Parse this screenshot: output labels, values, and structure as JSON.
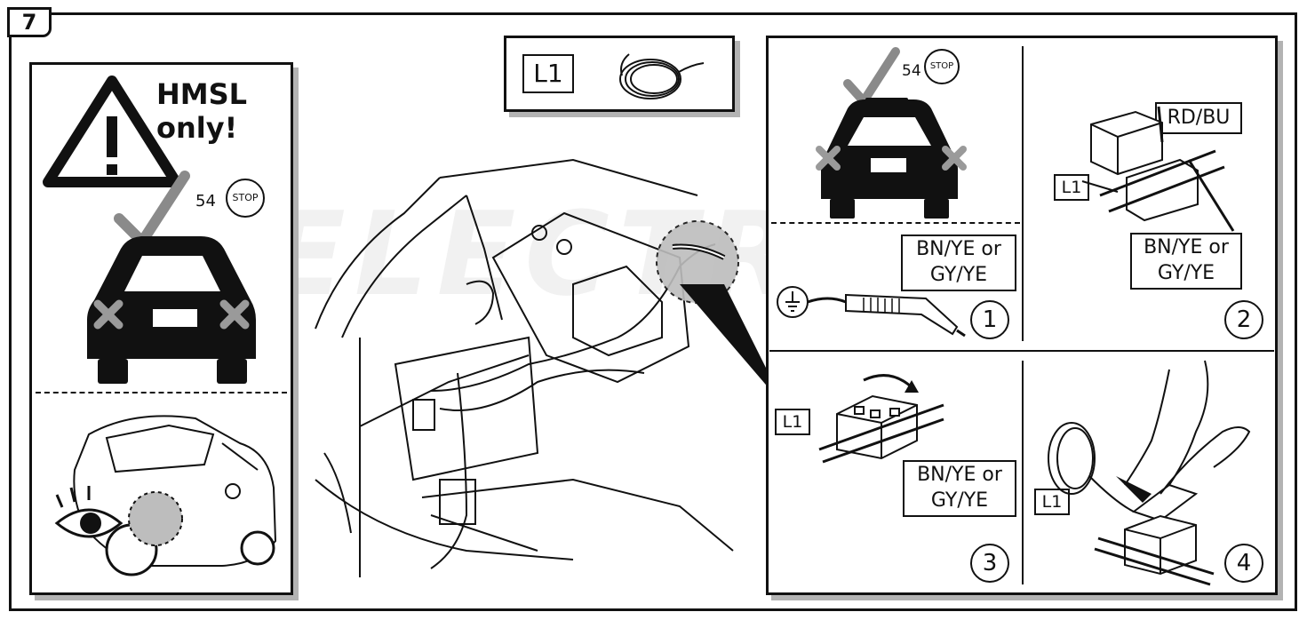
{
  "step_number": "7",
  "watermark": {
    "line1": "ELECTRONICS"
  },
  "warning_panel": {
    "warning_text_line1": "HMSL",
    "warning_text_line2": "only!",
    "circuit_number": "54",
    "stop_badge": "STOP"
  },
  "kit_part": {
    "label": "L1"
  },
  "steps": [
    {
      "number": "1",
      "circuit_number": "54",
      "stop_badge": "STOP",
      "wire_label_line1": "BN/YE or",
      "wire_label_line2": "GY/YE"
    },
    {
      "number": "2",
      "wire_top_label": "RD/BU",
      "part_label": "L1",
      "wire_label_line1": "BN/YE or",
      "wire_label_line2": "GY/YE"
    },
    {
      "number": "3",
      "part_label": "L1",
      "wire_label_line1": "BN/YE or",
      "wire_label_line2": "GY/YE"
    },
    {
      "number": "4",
      "part_label": "L1"
    }
  ],
  "colors": {
    "line": "#111111",
    "shadow": "#b3b3b3",
    "check": "#8a8a8a",
    "cross": "#9a9a9a",
    "zoom": "#bdbdbd"
  }
}
